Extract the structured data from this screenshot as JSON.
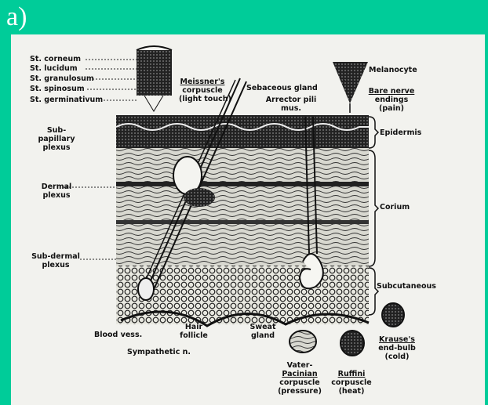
{
  "slide_label": "a)",
  "labels": {
    "st_corneum": "St. corneum",
    "st_lucidum": "St. lucidum",
    "st_granulosum": "St. granulosum",
    "st_spinosum": "St. spinosum",
    "st_germinativum": "St. germinativum",
    "meissner_1": "Meissner's",
    "meissner_2": "corpuscle",
    "meissner_3": "(light touch)",
    "sebaceous": "Sebaceous gland",
    "arrector_1": "Arrector pili",
    "arrector_2": "mus.",
    "melanocyte": "Melanocyte",
    "bare_1": "Bare nerve",
    "bare_2": "endings",
    "bare_3": "(pain)",
    "subpap_1": "Sub-",
    "subpap_2": "papillary",
    "subpap_3": "plexus",
    "epidermis": "Epidermis",
    "dermal_1": "Dermal",
    "dermal_2": "plexus",
    "corium": "Corium",
    "subdermal_1": "Sub-dermal",
    "subdermal_2": "plexus",
    "subcutaneous": "Subcutaneous",
    "blood": "Blood vess.",
    "hair_1": "Hair",
    "hair_2": "follicle",
    "sweat_1": "Sweat",
    "sweat_2": "gland",
    "sympathetic": "Sympathetic n.",
    "krause_1": "Krause's",
    "krause_2": "end-bulb",
    "krause_3": "(cold)",
    "vater_1": "Vater-",
    "vater_2": "Pacinian",
    "vater_3": "corpuscle",
    "vater_4": "(pressure)",
    "ruffini_1": "Ruffini",
    "ruffini_2": "corpuscle",
    "ruffini_3": "(heat)"
  }
}
